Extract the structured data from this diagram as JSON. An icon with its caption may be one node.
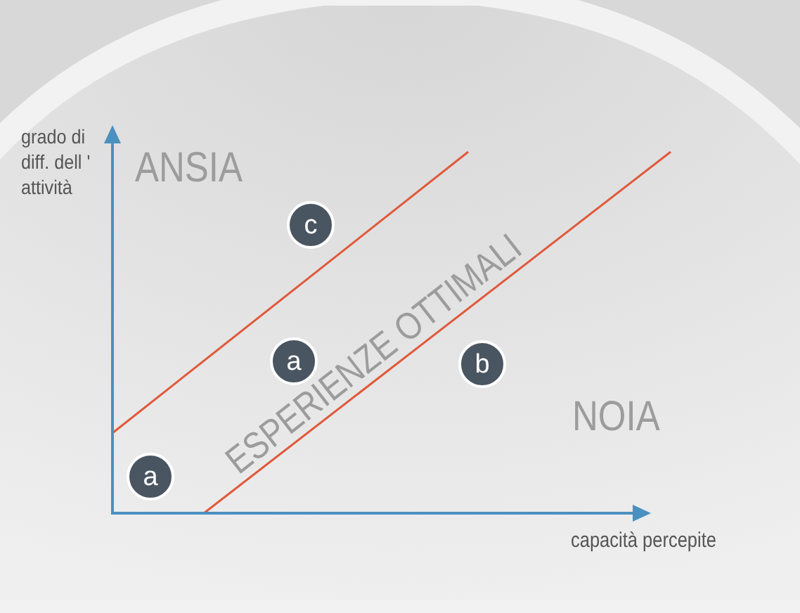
{
  "diagram": {
    "nodes": [
      {
        "text": [
          "c"
        ]
      },
      {
        "text": [
          "a"
        ]
      },
      {
        "text": [
          "b"
        ]
      },
      {
        "text": [
          "a"
        ]
      }
    ],
    "labels": [
      "grado di diff. dell ' attività",
      "ANSIA",
      "ESPERIENZE OTTIMALI",
      "NOIA",
      "capacità percepite"
    ]
  }
}
